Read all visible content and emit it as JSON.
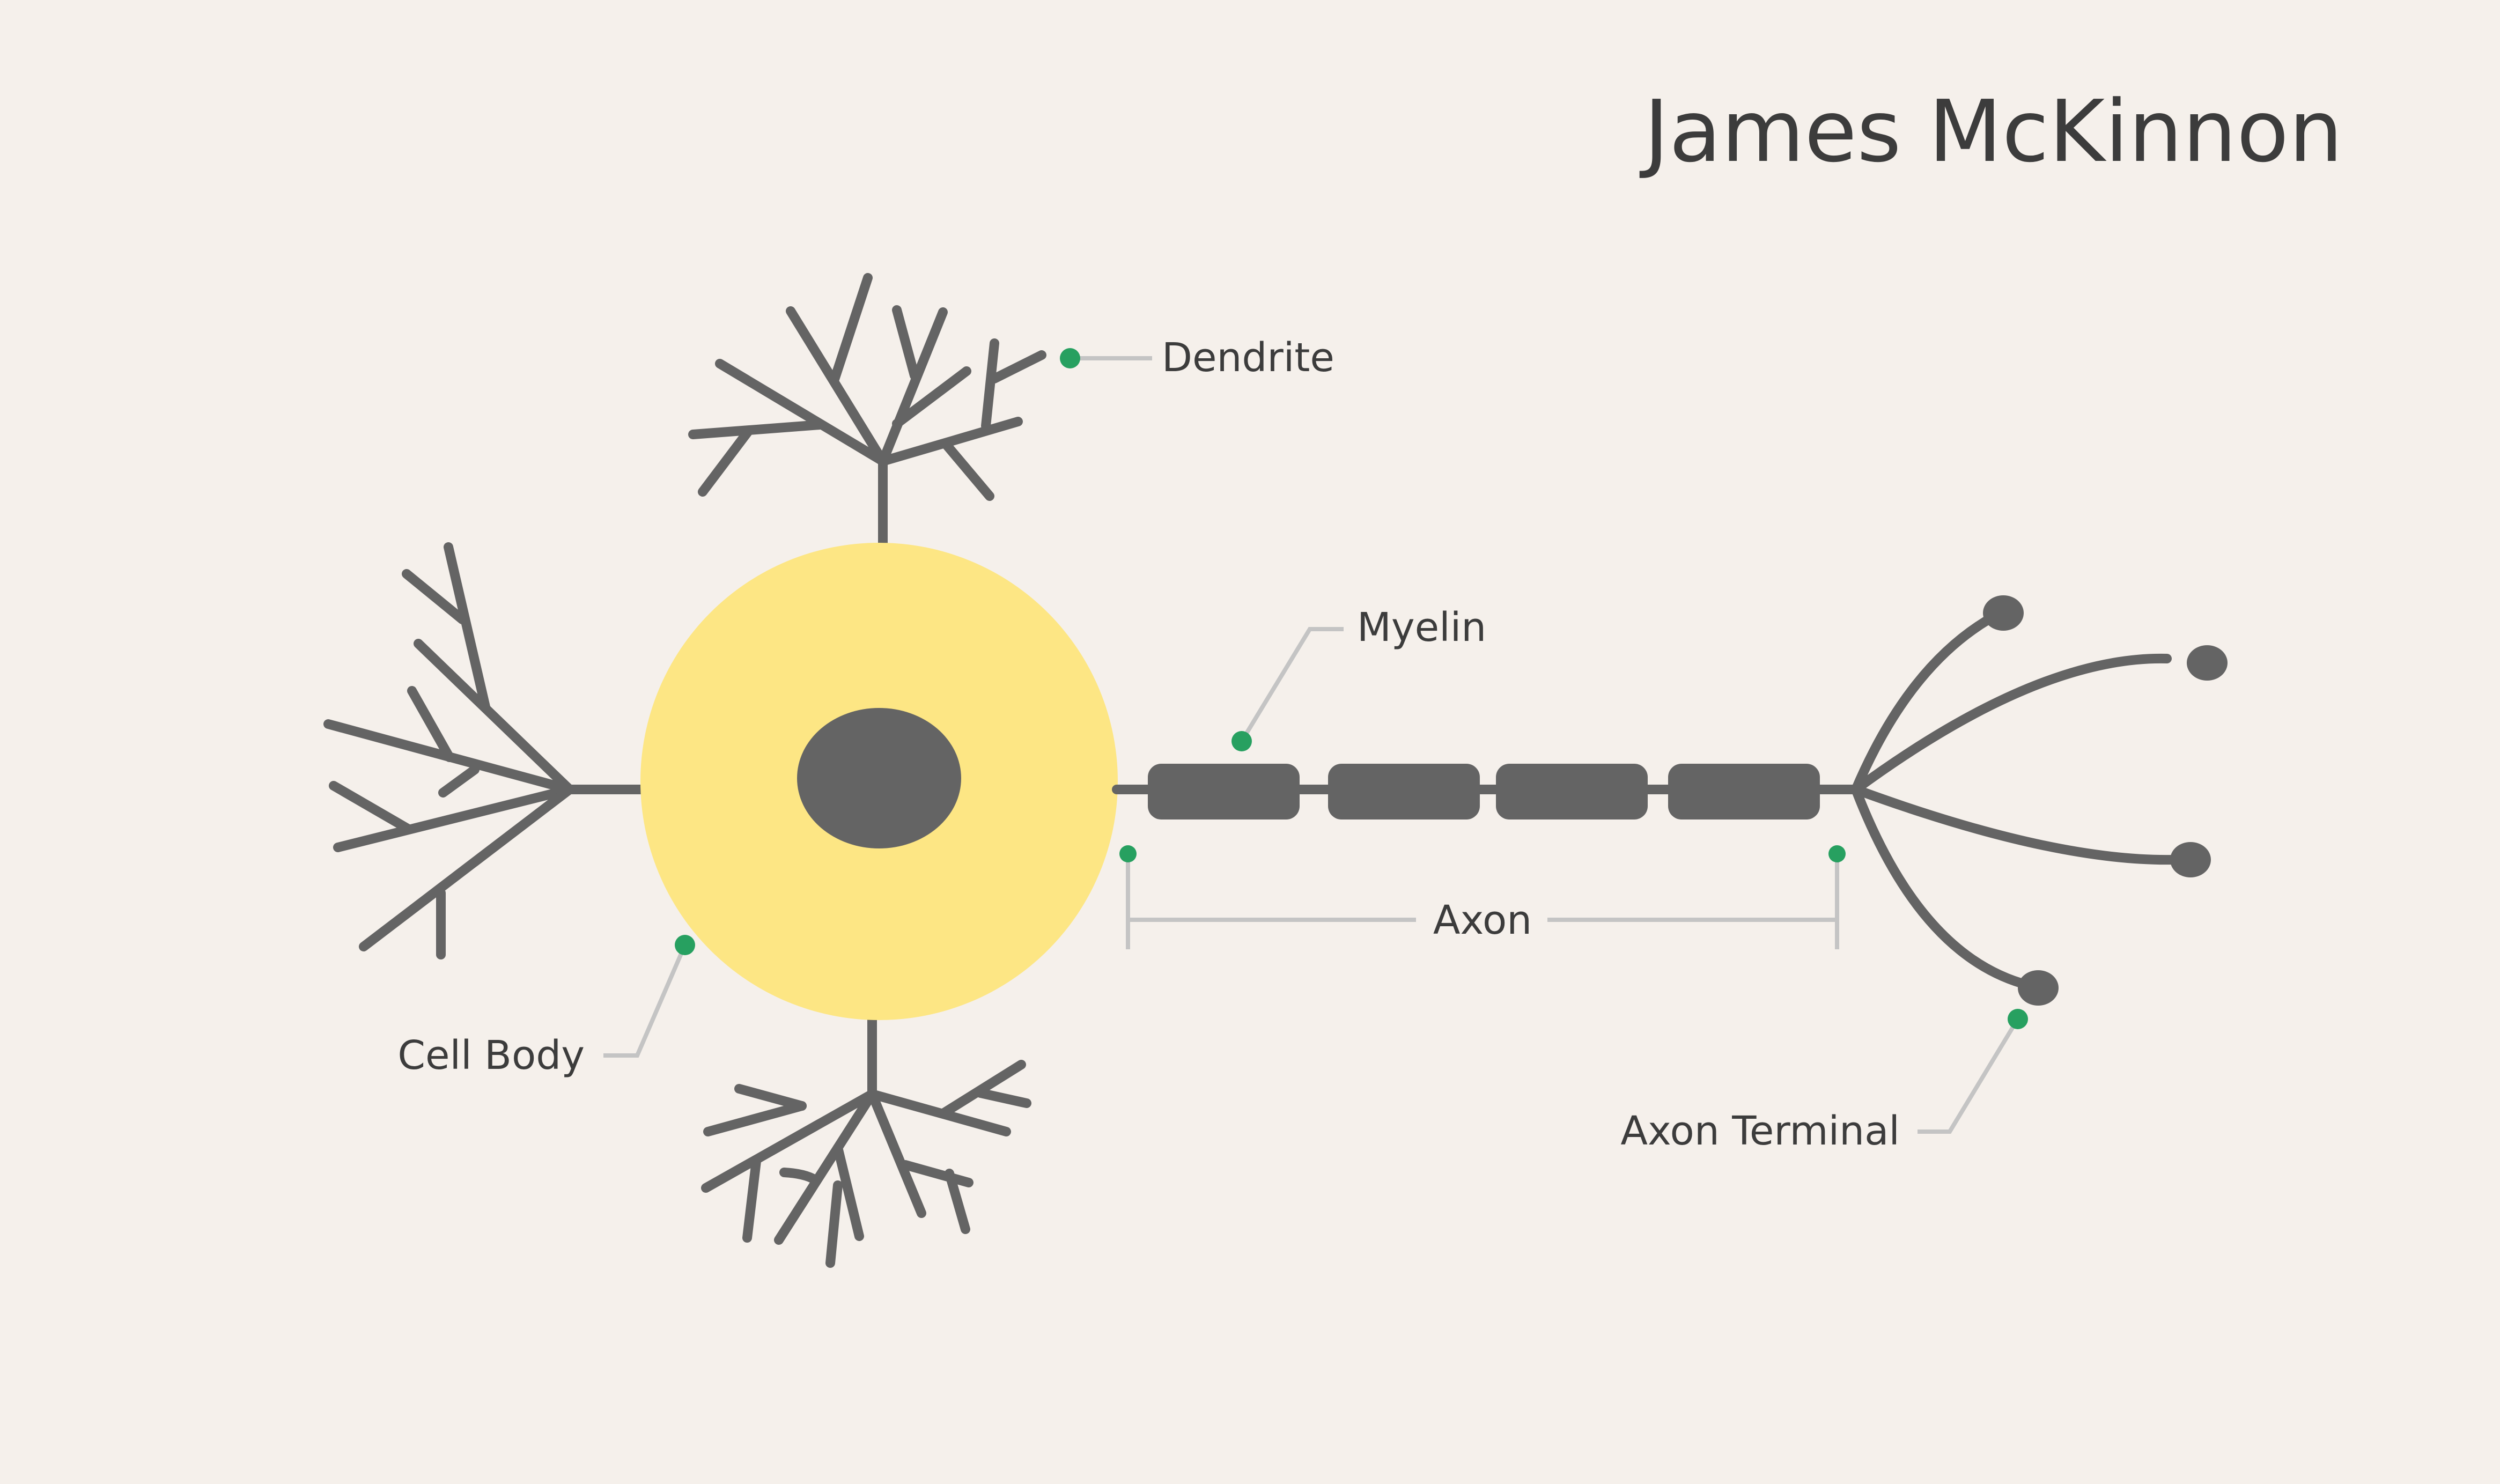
{
  "title": "James McKinnon",
  "labels": {
    "dendrite": "Dendrite",
    "myelin": "Myelin",
    "cell_body": "Cell Body",
    "axon": "Axon",
    "axon_terminal": "Axon Terminal"
  },
  "colors": {
    "background": "#f5f0eb",
    "cell_body": "#fde684",
    "structure": "#646464",
    "marker": "#27a060",
    "leader_line": "#c4c4c4",
    "text": "#3c3c3c"
  }
}
